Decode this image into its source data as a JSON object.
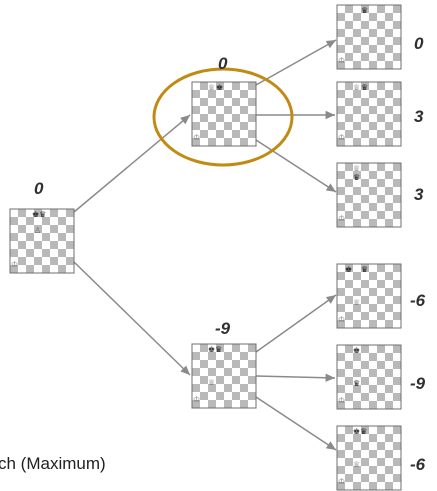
{
  "caption": "ch (Maximum)",
  "colors": {
    "light_square": "#ffffff",
    "dark_square": "#b9b9b9",
    "board_border": "#6f6f6f",
    "edge": "#8a8a8a",
    "highlight_ring": "#c18a12",
    "score_text": "#303030"
  },
  "nodes": {
    "root": {
      "score": "0"
    },
    "upper": {
      "score": "0"
    },
    "lower": {
      "score": "-9"
    },
    "leaf_1": {
      "score": "0"
    },
    "leaf_2": {
      "score": "3"
    },
    "leaf_3": {
      "score": "3"
    },
    "leaf_4": {
      "score": "-6"
    },
    "leaf_5": {
      "score": "-9"
    },
    "leaf_6": {
      "score": "-6"
    }
  }
}
